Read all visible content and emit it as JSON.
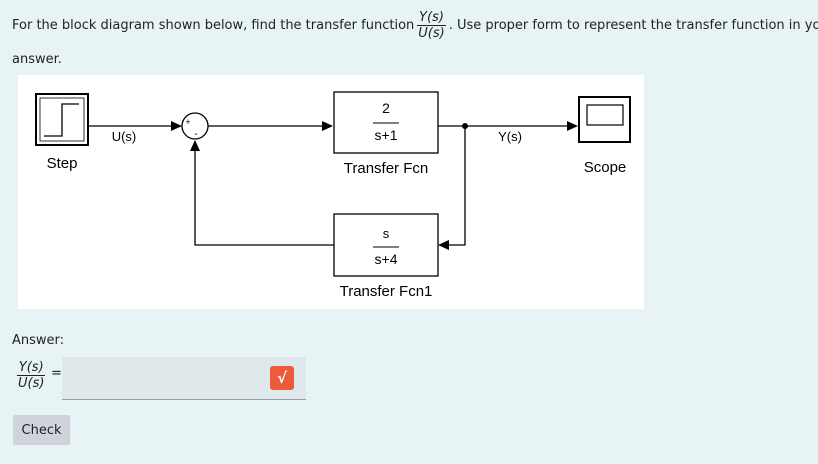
{
  "question": {
    "text_before": "For the block diagram shown below, find the transfer function",
    "fraction_num": "Y(s)",
    "fraction_den": "U(s)",
    "text_after": ". Use proper form to represent the transfer function in your",
    "text_line2": "answer."
  },
  "diagram": {
    "step_label": "Step",
    "input_signal_label": "U(s)",
    "sum_plus": "+",
    "sum_minus": "-",
    "forward_num": "2",
    "forward_den": "s+1",
    "forward_name": "Transfer Fcn",
    "feedback_num": "s",
    "feedback_den": "s+4",
    "feedback_name": "Transfer Fcn1",
    "output_signal_label": "Y(s)",
    "scope_label": "Scope"
  },
  "answer": {
    "label": "Answer:",
    "fraction_num": "Y(s)",
    "fraction_den": "U(s)",
    "equals": "=",
    "input_value": "",
    "check_icon_glyph": "√"
  },
  "check_button_label": "Check",
  "colors": {
    "background": "#e7f3f5",
    "input_bg": "#dfe9ec",
    "icon_accent": "#ef5a3a",
    "button_bg": "#ced4da"
  }
}
